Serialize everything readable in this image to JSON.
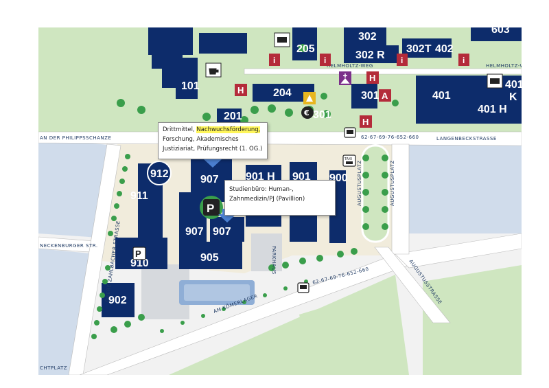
{
  "colors": {
    "building": "#0d2c6b",
    "park": "#cfe6c0",
    "tree": "#3a9e4b",
    "road": "#ffffff",
    "plaza": "#f1ecdc",
    "lot": "#d6d9dd",
    "hospital": "#b42b3a",
    "info": "#b42b3a",
    "marker": "#4a7fd0",
    "highlight": "#fff65a"
  },
  "buildings": {
    "b101": "101",
    "b201": "201",
    "b204": "204",
    "b205": "205",
    "b301": "301",
    "b301b": "301",
    "b302": "302",
    "b302r": "302 R",
    "b302t": "302T",
    "b402": "402",
    "b401": "401",
    "b401h": "401 H",
    "b401k": "401",
    "k": "K",
    "b603": "603",
    "b912": "912",
    "b911": "911",
    "b907a": "907",
    "b907b": "907",
    "b907c": "907",
    "b901h": "901 H",
    "b901": "901",
    "b900": "900",
    "b905": "905",
    "b910": "910",
    "b902": "902"
  },
  "streets": {
    "philippsschanze": "AN DER PHILIPPSSCHANZE",
    "langenbeck": "LANGENBECKSTRASSE",
    "helmholtz1": "HELMHOLTZ-WEG",
    "helmholtz2": "HELMHOLTZ-W",
    "augustusplatz1": "AUGUSTUSPLATZ",
    "augustusplatz2": "AUGUSTUSPLATZ",
    "augustusstrasse": "AUGUSTUSSTRASSE",
    "zahlbacher": "OBERE ZAHLBACHER STRASSE",
    "neckenburger": "NECKENBURGER STR.",
    "koemerlager": "AM KÖMERLAGER",
    "richtplatz": "CHTPLATZ",
    "parkhaus": "PARKHAUS"
  },
  "bus": {
    "lines_top": "62-67-69-76-652-660",
    "lines_bottom": "62-67-69-76-652-660"
  },
  "icons": {
    "taxi": "TAXI",
    "euro": "€",
    "hospital": "H",
    "info": "i",
    "parking": "P",
    "pharmacy": "A"
  },
  "callouts": {
    "drittmittel": {
      "line1_prefix": "Drittmittel, ",
      "line1_highlight": "Nachwuchsförderung,",
      "line2": "Forschung, Akademisches",
      "line3": "Justiziariat, Prüfungsrecht (1. OG.)"
    },
    "studienbuero": {
      "line1": "Studienbüro: Human-,",
      "line2": "Zahnmedizin/PJ (Pavillion)"
    }
  }
}
